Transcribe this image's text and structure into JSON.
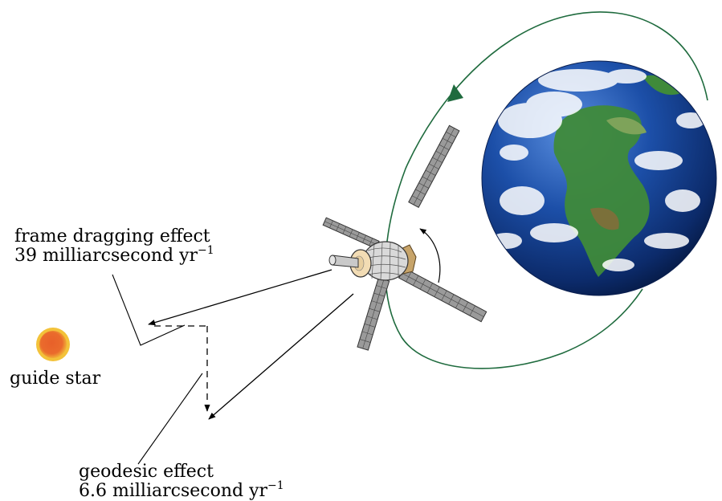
{
  "labels": {
    "frame_dragging_title": "frame dragging effect",
    "frame_dragging_value": "39",
    "frame_dragging_units": "milliarcsecond",
    "frame_dragging_unit_yr": "yr",
    "frame_dragging_exp": "−1",
    "guide_star": "guide star",
    "geodesic_title": "geodesic effect",
    "geodesic_value": "6.6",
    "geodesic_units": "milliarcsecond",
    "geodesic_unit_yr": "yr",
    "geodesic_exp": "−1"
  },
  "colors": {
    "orbit": "#1f6b3e",
    "star_outer": "#f3c23a",
    "star_inner": "#e8602a",
    "ocean": "#1c4fa8",
    "land": "#3f8a3a",
    "panel": "#8a8a8a"
  }
}
